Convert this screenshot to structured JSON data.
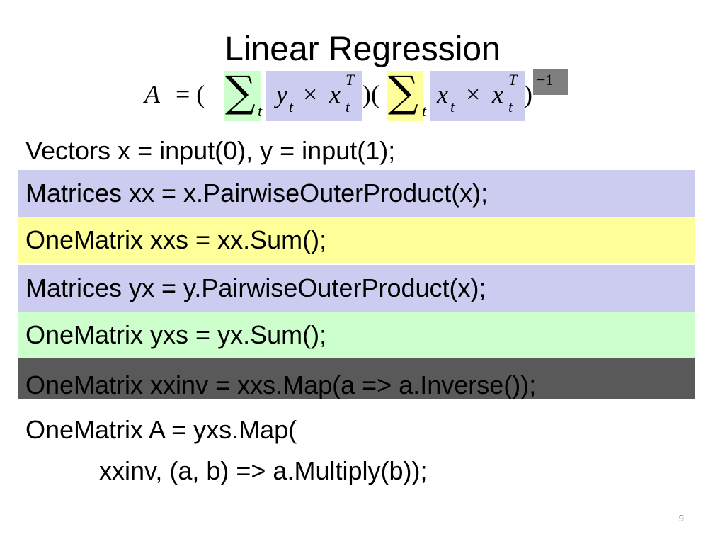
{
  "slide": {
    "title": "Linear Regression",
    "page_number": "9"
  },
  "formula": {
    "lhs": "A",
    "equals_open": "= (",
    "sigma": "∑",
    "sub_t": "t",
    "y_t": "y",
    "times": "×",
    "x_t": "x",
    "sup_T": "T",
    "close_open": ")(",
    "close_paren": ")",
    "inverse": "−1"
  },
  "colors": {
    "lavender": "#ccccf0",
    "yellow": "#ffff99",
    "green": "#ccffcc",
    "dark": "#595959"
  },
  "code_lines": [
    {
      "text": "Vectors x = input(0), y  = input(1);",
      "highlight": "none"
    },
    {
      "text": "Matrices xx = x.PairwiseOuterProduct(x);",
      "highlight": "lavender"
    },
    {
      "text": "OneMatrix xxs = xx.Sum();",
      "highlight": "yellow"
    },
    {
      "text": "Matrices yx = y.PairwiseOuterProduct(x);",
      "highlight": "lavender"
    },
    {
      "text": "OneMatrix yxs = yx.Sum();",
      "highlight": "green"
    },
    {
      "text": "OneMatrix xxinv = xxs.Map(a => a.Inverse());",
      "highlight": "dark"
    },
    {
      "text": "OneMatrix A = yxs.Map(",
      "highlight": "none"
    },
    {
      "text": "xxinv, (a, b) => a.Multiply(b));",
      "highlight": "none"
    }
  ]
}
